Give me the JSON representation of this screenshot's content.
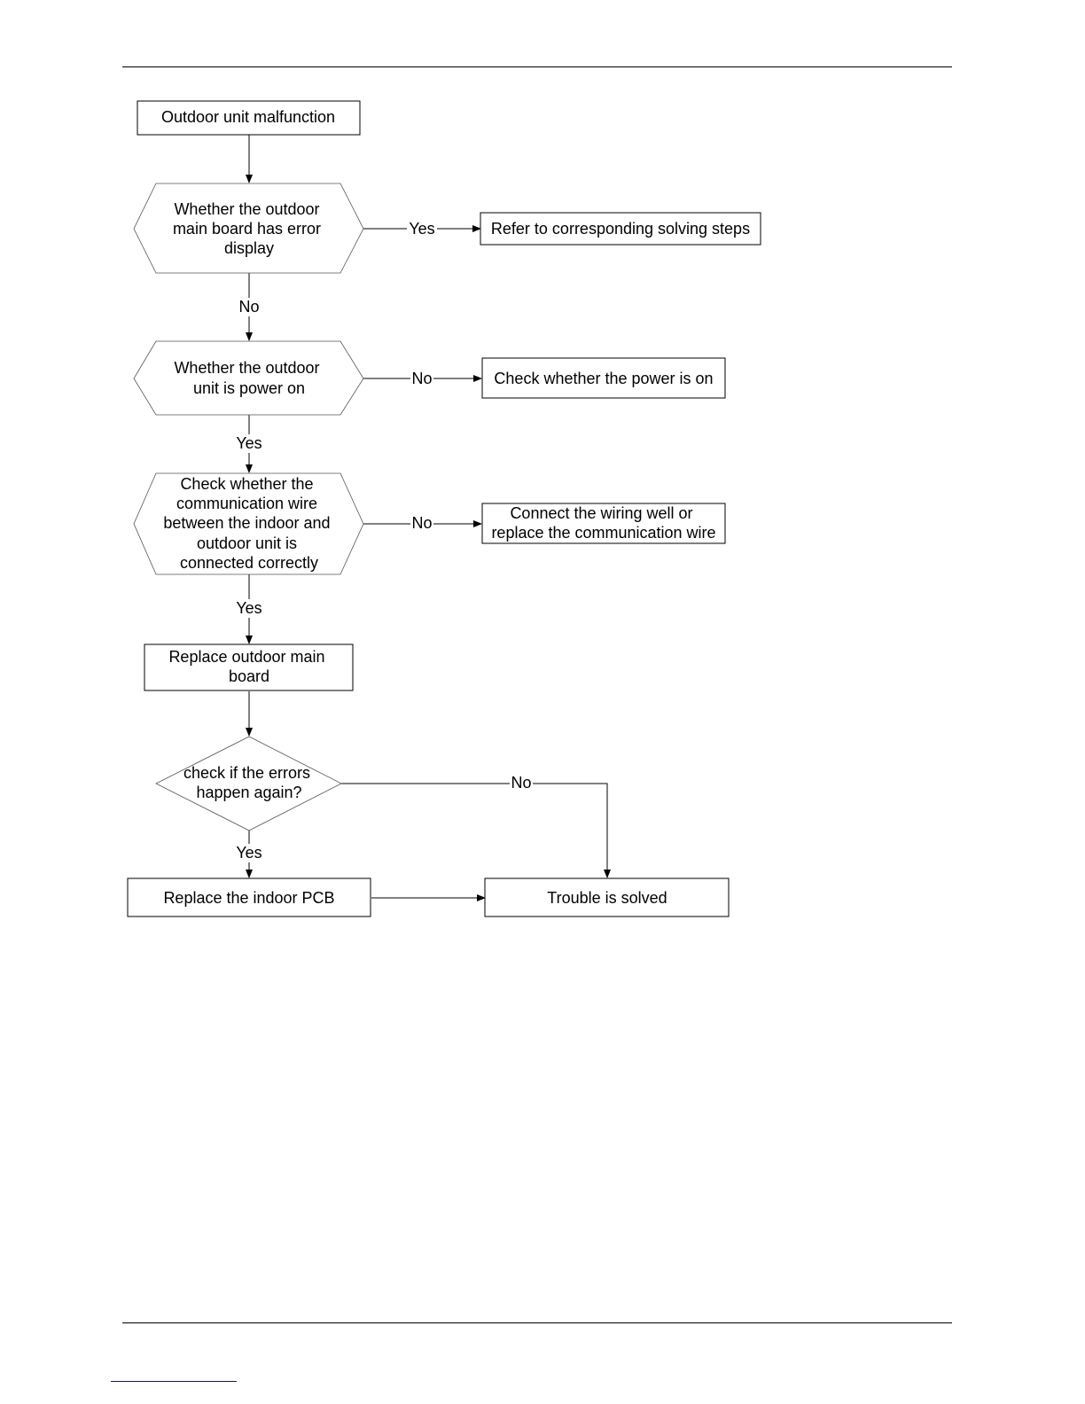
{
  "nodes": {
    "start": {
      "lines": [
        "Outdoor unit malfunction"
      ]
    },
    "q_error_display": {
      "lines": [
        "Whether the outdoor",
        "main board has error",
        "display"
      ]
    },
    "refer_steps": {
      "lines": [
        "Refer to corresponding solving steps"
      ]
    },
    "q_power_on": {
      "lines": [
        "Whether the outdoor",
        "unit is power on"
      ]
    },
    "check_power": {
      "lines": [
        "Check whether the power is on"
      ]
    },
    "q_comm_wire": {
      "lines": [
        "Check whether the",
        "communication wire",
        "between the indoor and",
        "outdoor unit is",
        "connected correctly"
      ]
    },
    "fix_wiring": {
      "lines": [
        "Connect the wiring well or",
        "replace the communication wire"
      ]
    },
    "replace_outdoor_board": {
      "lines": [
        "Replace outdoor main",
        "board"
      ]
    },
    "q_errors_again": {
      "lines": [
        "check if the errors",
        "happen again?"
      ]
    },
    "replace_indoor_pcb": {
      "lines": [
        "Replace the indoor PCB"
      ]
    },
    "trouble_solved": {
      "lines": [
        "Trouble is solved"
      ]
    }
  },
  "edge_labels": {
    "error_yes": "Yes",
    "error_no": "No",
    "power_no": "No",
    "power_yes": "Yes",
    "wire_no": "No",
    "wire_yes": "Yes",
    "again_no": "No",
    "again_yes": "Yes"
  }
}
